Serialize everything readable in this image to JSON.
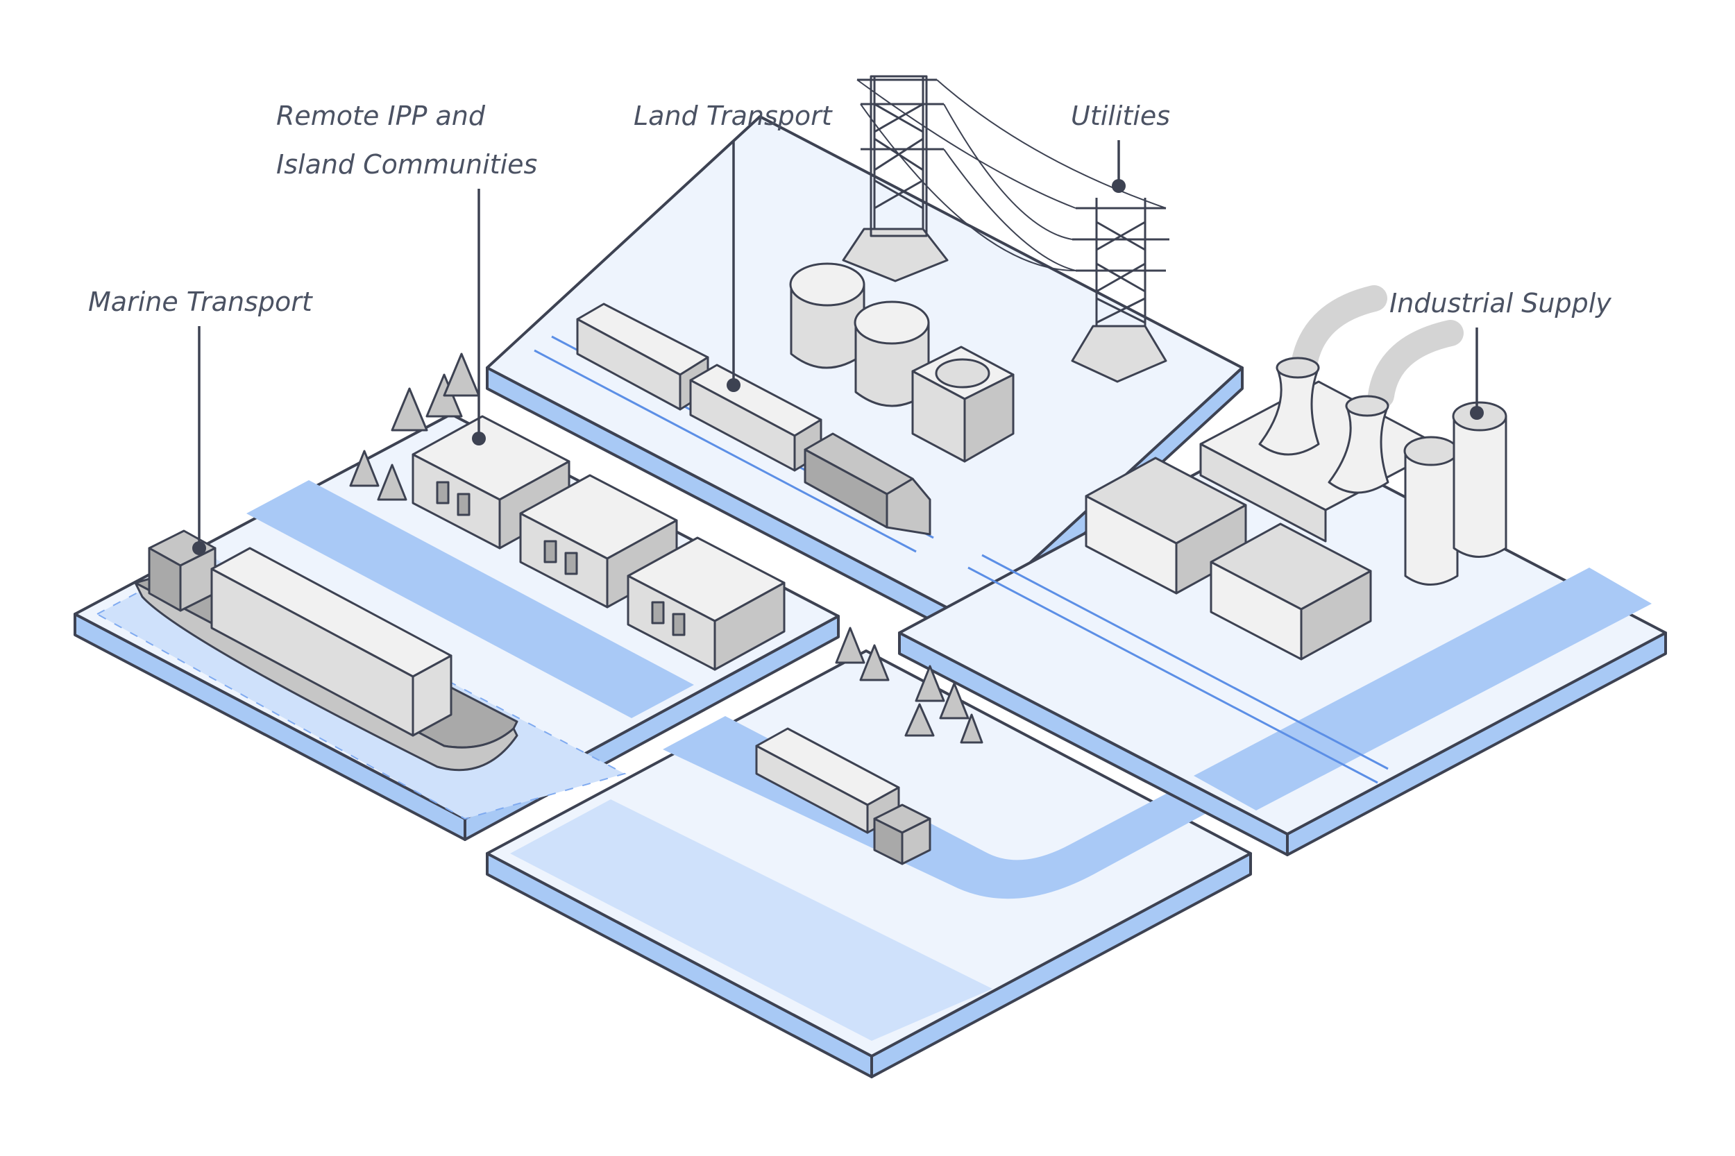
{
  "labels": {
    "marine": "Marine Transport",
    "remote_line1": "Remote IPP and",
    "remote_line2": "Island Communities",
    "land": "Land Transport",
    "utilities": "Utilities",
    "industrial": "Industrial Supply"
  },
  "colors": {
    "tile_top": "#eef4fd",
    "water": "#a9c9f6",
    "outline": "#3d4252",
    "label_text": "#4b5263"
  },
  "icons": [
    "cargo-ship-icon",
    "house-icon",
    "pine-tree-icon",
    "train-icon",
    "storage-tank-icon",
    "transmission-tower-icon",
    "factory-icon",
    "warehouse-icon",
    "truck-icon"
  ]
}
